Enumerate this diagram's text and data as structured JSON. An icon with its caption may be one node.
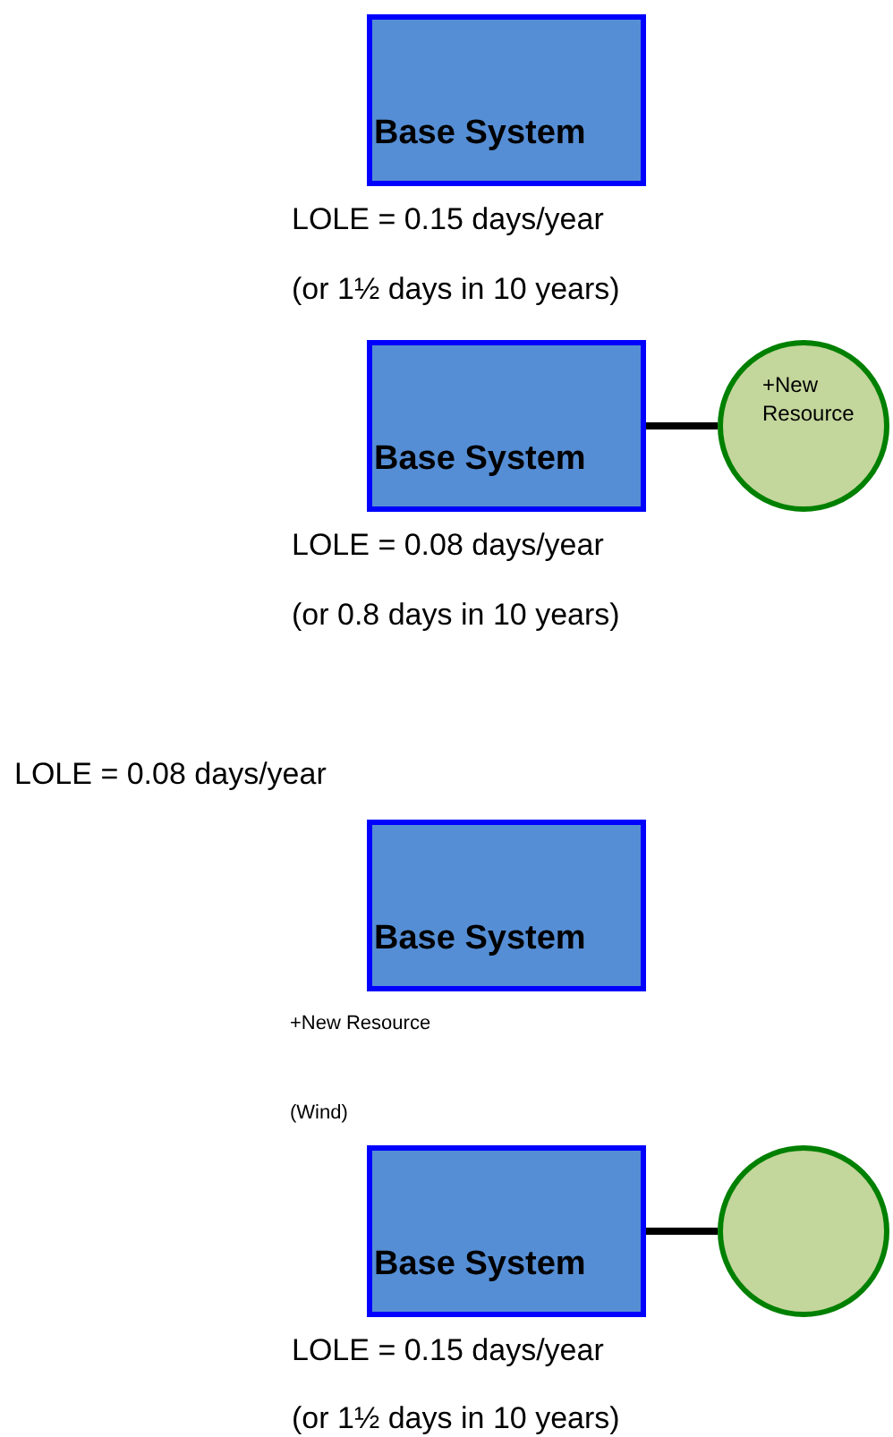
{
  "diagram": {
    "nodes": [
      {
        "text": [
          "Base System"
        ],
        "beside": [
          "LOLE = 0.15 days/year",
          "(or 1½ days in 10 years)"
        ]
      },
      {
        "text": [
          "Base System"
        ],
        "beside": [
          "LOLE = 0.08 days/year",
          "(or 0.8 days in 10 years)"
        ]
      },
      {
        "text": [
          "+New Resource"
        ]
      },
      {
        "text": [
          "Base System"
        ]
      },
      {
        "text": [
          "Base System"
        ],
        "beside": [
          "LOLE = 0.15 days/year",
          "(or 1½ days in 10 years)"
        ]
      },
      {
        "text": [],
        "shape": "circle"
      }
    ],
    "edges": [
      {
        "from": 1,
        "to": 2,
        "arrow": "none"
      },
      {
        "from": 4,
        "to": 5,
        "arrow": "none"
      }
    ],
    "labels": [
      "LOLE = 0.08 days/year",
      "+New Resource",
      "(Wind)"
    ]
  }
}
